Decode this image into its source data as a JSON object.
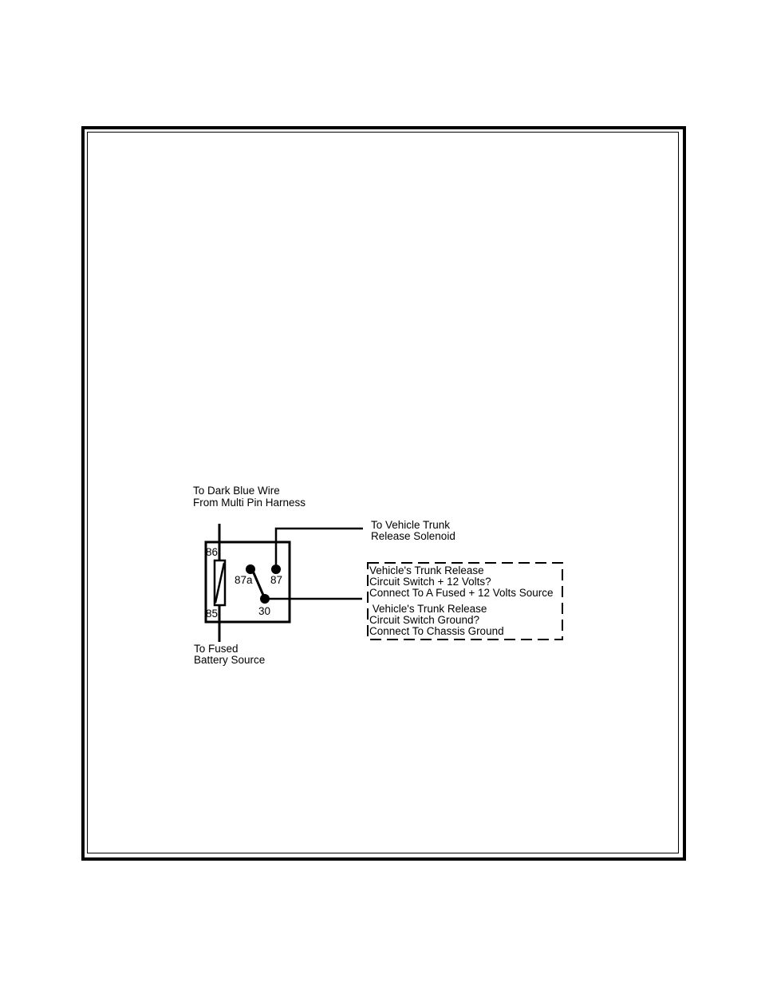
{
  "labels": {
    "harness_line1": "To Dark Blue Wire",
    "harness_line2": "From Multi Pin Harness",
    "solenoid_line1": "To  Vehicle Trunk",
    "solenoid_line2": "Release Solenoid",
    "battery_line1": "To Fused",
    "battery_line2": "Battery Source"
  },
  "pins": {
    "p86": "86",
    "p85": "85",
    "p87a": "87a",
    "p87": "87",
    "p30": "30"
  },
  "note": {
    "line1": "Vehicle's Trunk Release",
    "line2": "Circuit Switch + 12 Volts?",
    "line3": "Connect To A Fused + 12 Volts Source",
    "line4": " Vehicle's Trunk Release",
    "line5": "Circuit Switch Ground?",
    "line6": "Connect To Chassis Ground"
  },
  "colors": {
    "ink": "#000000",
    "paper": "#ffffff"
  }
}
